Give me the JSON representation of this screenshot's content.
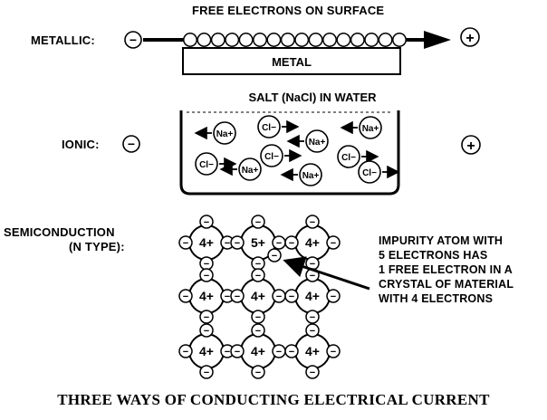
{
  "metallic": {
    "top_label": "FREE ELECTRONS ON SURFACE",
    "label": "METALLIC:",
    "bar_label": "METAL",
    "neg_sign": "−",
    "pos_sign": "+"
  },
  "ionic": {
    "top_label": "SALT (NaCl) IN WATER",
    "label": "IONIC:",
    "neg_sign": "−",
    "pos_sign": "+",
    "na_ion": "Na+",
    "cl_ion": "Cl−"
  },
  "semiconduction": {
    "label_line1": "SEMICONDUCTION",
    "label_line2": "(N TYPE):",
    "atom_4": "4+",
    "atom_5": "5+",
    "electron": "−",
    "note_line1": "IMPURITY ATOM WITH",
    "note_line2": "5 ELECTRONS HAS",
    "note_line3": "1 FREE ELECTRON IN A",
    "note_line4": "CRYSTAL OF MATERIAL",
    "note_line5": "WITH 4 ELECTRONS"
  },
  "figure_title": "THREE WAYS OF CONDUCTING ELECTRICAL CURRENT"
}
